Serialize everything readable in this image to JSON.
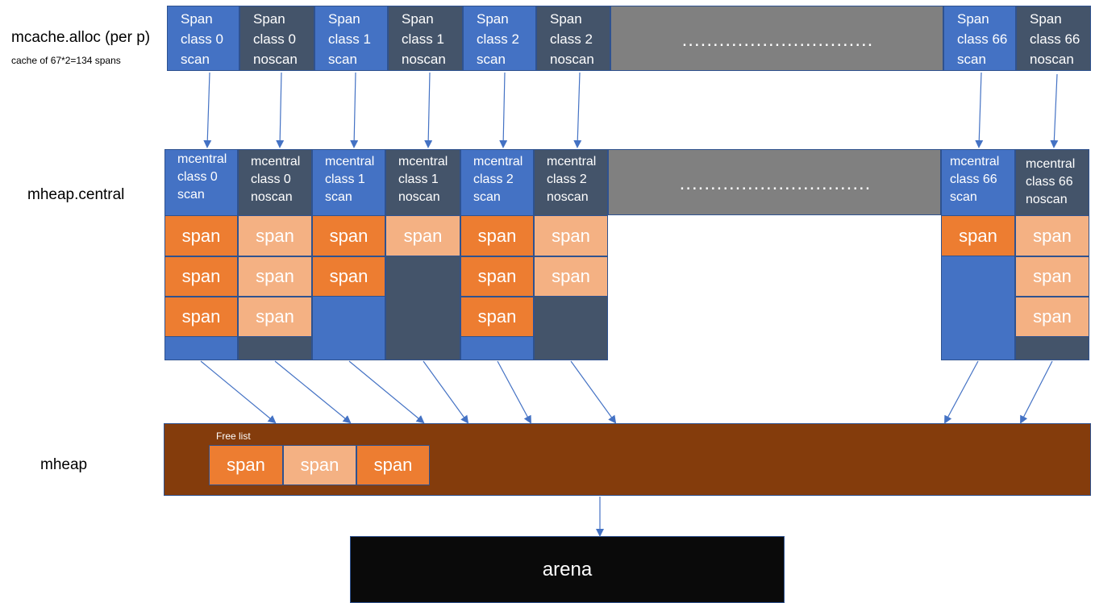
{
  "labels": {
    "mcache_title": "mcache.alloc (per p)",
    "mcache_sub": "cache of 67*2=134 spans",
    "mheap_central": "mheap.central",
    "mheap": "mheap"
  },
  "mcache_cells": [
    "Span\nclass 0\nscan",
    "Span\nclass 0\nnoscan",
    "Span\nclass 1\nscan",
    "Span\nclass 1\nnoscan",
    "Span\nclass 2\nscan",
    "Span\nclass 2\nnoscan",
    "Span\nclass 66\nscan",
    "Span\nclass 66\nnoscan"
  ],
  "central_cells": [
    "mcentral\nclass 0\nscan",
    "mcentral\nclass 0\nnoscan",
    "mcentral\nclass 1\nscan",
    "mcentral\nclass 1\nnoscan",
    "mcentral\nclass 2\nscan",
    "mcentral\nclass 2\nnoscan",
    "mcentral\nclass 66\nscan",
    "mcentral\nclass 66\nnoscan"
  ],
  "ellipsis": "...............................",
  "span_label": "span",
  "free_list": {
    "label": "Free list",
    "spans": [
      "span",
      "span",
      "span"
    ]
  },
  "arena": "arena",
  "colors": {
    "scan_blue": "#4472c4",
    "noscan_dark": "#44546a",
    "span_orange": "#ed7d31",
    "span_light": "#f4b183",
    "mheap_brown": "#843c0c",
    "arena_black": "#0a0a0a",
    "arrow": "#4472c4"
  }
}
